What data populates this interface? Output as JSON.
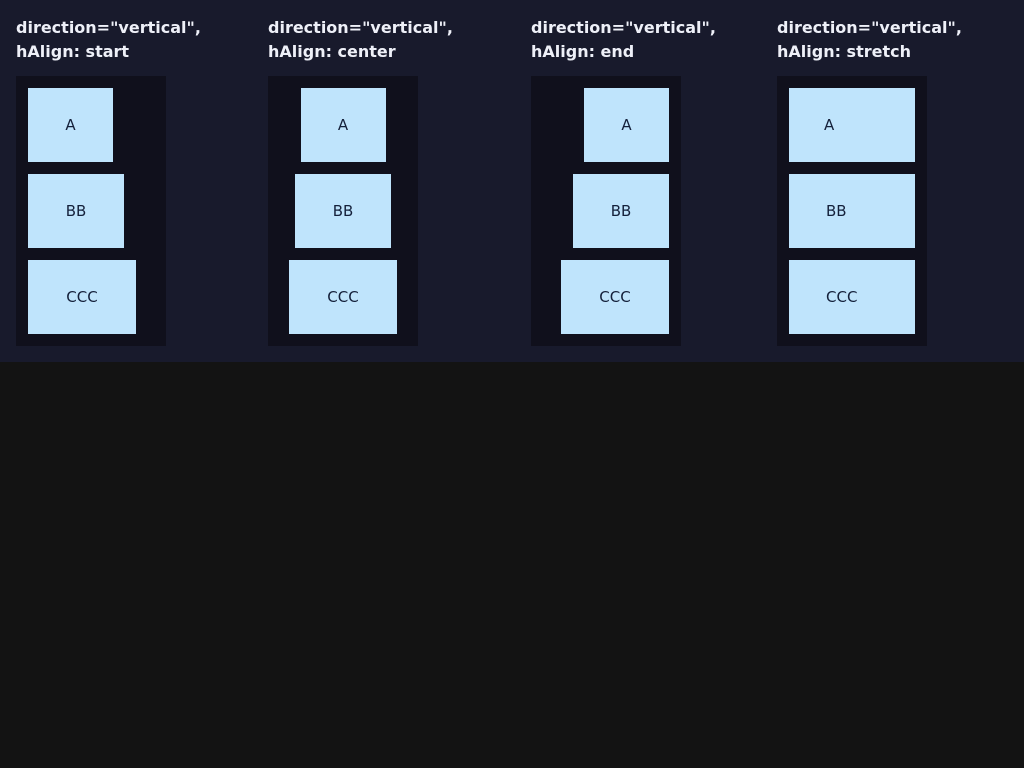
{
  "columns": [
    {
      "title_line1": "direction=\"vertical\",",
      "title_line2": "hAlign: start",
      "items": [
        "A",
        "BB",
        "CCC"
      ]
    },
    {
      "title_line1": "direction=\"vertical\",",
      "title_line2": "hAlign: center",
      "items": [
        "A",
        "BB",
        "CCC"
      ]
    },
    {
      "title_line1": "direction=\"vertical\",",
      "title_line2": "hAlign: end",
      "items": [
        "A",
        "BB",
        "CCC"
      ]
    },
    {
      "title_line1": "direction=\"vertical\",",
      "title_line2": "hAlign: stretch",
      "items": [
        "A",
        "BB",
        "CCC"
      ]
    }
  ],
  "colors": {
    "stage_background": "#181a2c",
    "page_background": "#131313",
    "container_background": "#10101c",
    "item_fill": "#bfe4fc",
    "item_text": "#14203a",
    "title_text": "#eef0f8"
  }
}
